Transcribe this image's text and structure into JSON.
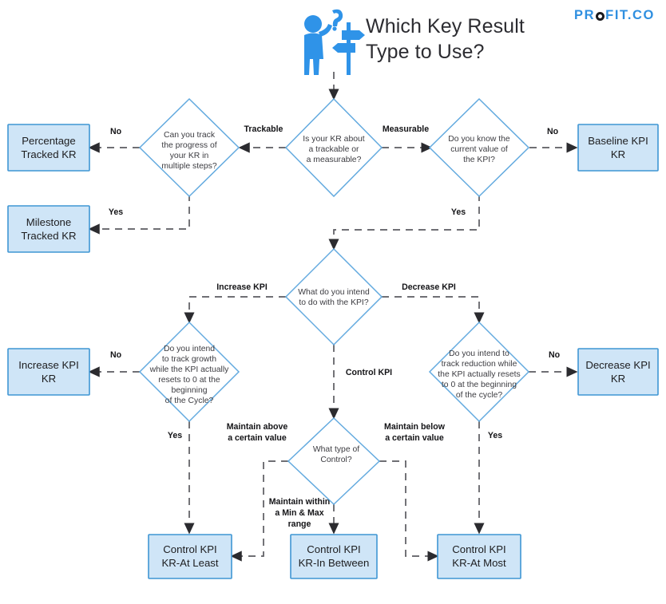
{
  "header": {
    "title_line1": "Which Key Result",
    "title_line2": "Type to Use?",
    "logo_pre": "PR",
    "logo_post": "FIT.CO",
    "hero_icon": "person-thinking-signpost-icon"
  },
  "theme": {
    "box_fill": "#cfe5f7",
    "box_stroke": "#3f96d4",
    "diamond_stroke": "#63aadf",
    "connector": "#5b5b60",
    "brand": "#2f8fe0",
    "text": "#1d1d1f"
  },
  "nodes": {
    "start_question": {
      "type": "decision",
      "lines": [
        "Is your KR about",
        "a trackable or",
        "a measurable?"
      ]
    },
    "track_steps": {
      "type": "decision",
      "lines": [
        "Can you track",
        "the progress of",
        "your KR in",
        "multiple steps?"
      ]
    },
    "know_value": {
      "type": "decision",
      "lines": [
        "Do you know the",
        "current value of",
        "the KPI?"
      ]
    },
    "intend_kpi": {
      "type": "decision",
      "lines": [
        "What do you intend",
        "to do with the KPI?"
      ]
    },
    "growth_reset": {
      "type": "decision",
      "lines": [
        "Do you intend",
        "to track growth",
        "while the KPI actually",
        "resets to 0 at the",
        "beginning",
        "of the Cycle?"
      ]
    },
    "reduction_reset": {
      "type": "decision",
      "lines": [
        "Do you intend to",
        "track reduction while",
        "the KPI actually resets",
        "to 0 at the beginning",
        "of the cycle?"
      ]
    },
    "control_type": {
      "type": "decision",
      "lines": [
        "What type of",
        "Control?"
      ]
    },
    "percentage_tracked": {
      "type": "result",
      "lines": [
        "Percentage",
        "Tracked KR"
      ]
    },
    "milestone_tracked": {
      "type": "result",
      "lines": [
        "Milestone",
        "Tracked KR"
      ]
    },
    "baseline_kpi": {
      "type": "result",
      "lines": [
        "Baseline KPI",
        "KR"
      ]
    },
    "increase_kpi": {
      "type": "result",
      "lines": [
        "Increase KPI",
        "KR"
      ]
    },
    "decrease_kpi": {
      "type": "result",
      "lines": [
        "Decrease KPI",
        "KR"
      ]
    },
    "control_at_least": {
      "type": "result",
      "lines": [
        "Control KPI",
        "KR-At Least"
      ]
    },
    "control_in_between": {
      "type": "result",
      "lines": [
        "Control KPI",
        "KR-In Between"
      ]
    },
    "control_at_most": {
      "type": "result",
      "lines": [
        "Control KPI",
        "KR-At Most"
      ]
    }
  },
  "edge_labels": {
    "trackable": "Trackable",
    "measurable": "Measurable",
    "no_steps": "No",
    "yes_steps": "Yes",
    "no_value": "No",
    "yes_value": "Yes",
    "increase_kpi": "Increase KPI",
    "decrease_kpi": "Decrease KPI",
    "control_kpi": "Control KPI",
    "no_growth": "No",
    "yes_growth": "Yes",
    "no_reduction": "No",
    "yes_reduction": "Yes",
    "maintain_above_1": "Maintain above",
    "maintain_above_2": "a certain value",
    "maintain_below_1": "Maintain below",
    "maintain_below_2": "a certain value",
    "maintain_within_1": "Maintain within",
    "maintain_within_2": "a Min & Max",
    "maintain_within_3": "range"
  },
  "chart_data": {
    "type": "flowchart",
    "title": "Which Key Result Type to Use?",
    "decision_paths": [
      {
        "from": "Is your KR about a trackable or a measurable?",
        "label": "Trackable",
        "to": "Can you track the progress of your KR in multiple steps?"
      },
      {
        "from": "Is your KR about a trackable or a measurable?",
        "label": "Measurable",
        "to": "Do you know the current value of the KPI?"
      },
      {
        "from": "Can you track the progress of your KR in multiple steps?",
        "label": "No",
        "to": "Percentage Tracked KR"
      },
      {
        "from": "Can you track the progress of your KR in multiple steps?",
        "label": "Yes",
        "to": "Milestone Tracked KR"
      },
      {
        "from": "Do you know the current value of the KPI?",
        "label": "No",
        "to": "Baseline KPI KR"
      },
      {
        "from": "Do you know the current value of the KPI?",
        "label": "Yes",
        "to": "What do you intend to do with the KPI?"
      },
      {
        "from": "What do you intend to do with the KPI?",
        "label": "Increase KPI",
        "to": "Do you intend to track growth while the KPI actually resets to 0 at the beginning of the Cycle?"
      },
      {
        "from": "What do you intend to do with the KPI?",
        "label": "Decrease KPI",
        "to": "Do you intend to track reduction while the KPI actually resets to 0 at the beginning of the cycle?"
      },
      {
        "from": "What do you intend to do with the KPI?",
        "label": "Control KPI",
        "to": "What type of Control?"
      },
      {
        "from": "Do you intend to track growth while the KPI actually resets to 0 at the beginning of the Cycle?",
        "label": "No",
        "to": "Increase KPI KR"
      },
      {
        "from": "Do you intend to track growth while the KPI actually resets to 0 at the beginning of the Cycle?",
        "label": "Yes",
        "to": "Control KPI KR-At Least"
      },
      {
        "from": "Do you intend to track reduction while the KPI actually resets to 0 at the beginning of the cycle?",
        "label": "No",
        "to": "Decrease KPI KR"
      },
      {
        "from": "Do you intend to track reduction while the KPI actually resets to 0 at the beginning of the cycle?",
        "label": "Yes",
        "to": "Control KPI KR-At Most"
      },
      {
        "from": "What type of Control?",
        "label": "Maintain above a certain value",
        "to": "Control KPI KR-At Least"
      },
      {
        "from": "What type of Control?",
        "label": "Maintain within a Min & Max range",
        "to": "Control KPI KR-In Between"
      },
      {
        "from": "What type of Control?",
        "label": "Maintain below a certain value",
        "to": "Control KPI KR-At Most"
      }
    ]
  }
}
